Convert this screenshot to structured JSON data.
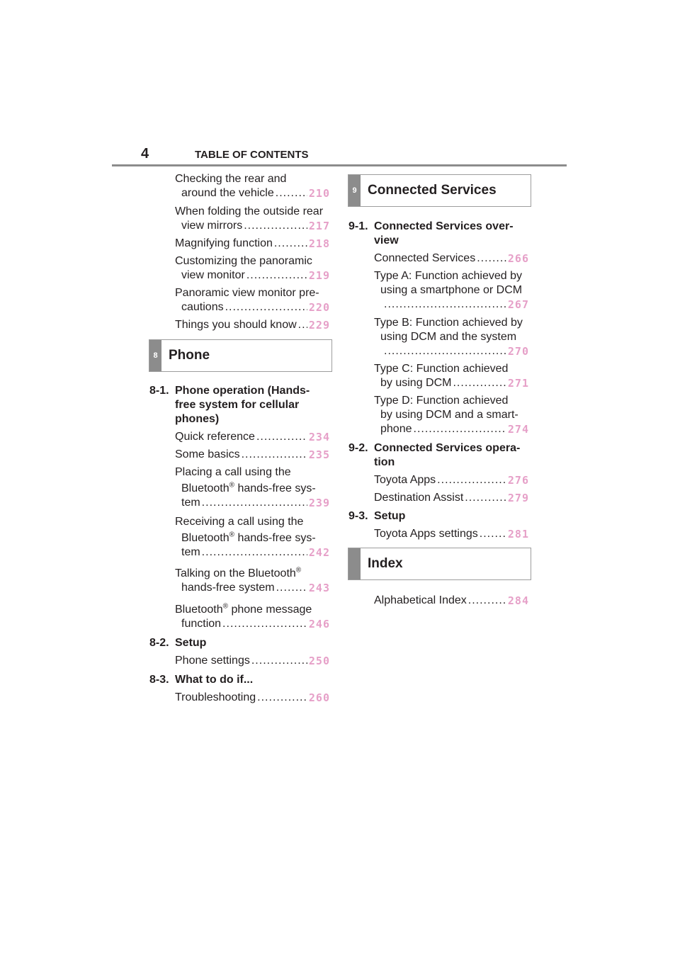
{
  "header": {
    "page_number": "4",
    "title": "TABLE OF CONTENTS"
  },
  "left": {
    "entries_top": [
      {
        "lines": [
          "Checking the rear and",
          "around the vehicle"
        ],
        "page": "210"
      },
      {
        "lines": [
          "When folding the outside rear",
          "view mirrors"
        ],
        "page": "217"
      },
      {
        "lines": [
          "Magnifying function"
        ],
        "page": "218"
      },
      {
        "lines": [
          "Customizing the panoramic",
          "view monitor"
        ],
        "page": "219"
      },
      {
        "lines": [
          "Panoramic view monitor pre-",
          "cautions"
        ],
        "page": "220"
      },
      {
        "lines": [
          "Things you should know"
        ],
        "page": "229"
      }
    ],
    "chapter": {
      "number": "8",
      "title": "Phone"
    },
    "sections": [
      {
        "number": "8-1.",
        "title_lines": [
          "Phone operation (Hands-",
          "free system for cellular",
          "phones)"
        ]
      },
      {
        "number": "8-2.",
        "title_lines": [
          "Setup"
        ]
      },
      {
        "number": "8-3.",
        "title_lines": [
          "What to do if..."
        ]
      }
    ],
    "entries_8_1": [
      {
        "lines": [
          "Quick reference"
        ],
        "page": "234"
      },
      {
        "lines": [
          "Some basics"
        ],
        "page": "235"
      },
      {
        "lines": [
          "Placing a call using the",
          "Bluetooth",
          "hands-free sys-",
          "tem"
        ],
        "page": "239"
      },
      {
        "lines": [
          "Receiving a call using the",
          "Bluetooth",
          "hands-free sys-",
          "tem"
        ],
        "page": "242"
      },
      {
        "lines": [
          "Talking on the Bluetooth",
          "hands-free system"
        ],
        "page": "243"
      },
      {
        "lines": [
          "Bluetooth",
          "phone message",
          "function"
        ],
        "page": "246"
      }
    ],
    "registered": "®",
    "entry_8_2": {
      "lines": [
        "Phone settings"
      ],
      "page": "250"
    },
    "entry_8_3": {
      "lines": [
        "Troubleshooting"
      ],
      "page": "260"
    }
  },
  "right": {
    "chapter": {
      "number": "9",
      "title": "Connected Services"
    },
    "sections": [
      {
        "number": "9-1.",
        "title_lines": [
          "Connected Services over-",
          "view"
        ]
      },
      {
        "number": "9-2.",
        "title_lines": [
          "Connected Services opera-",
          "tion"
        ]
      },
      {
        "number": "9-3.",
        "title_lines": [
          "Setup"
        ]
      }
    ],
    "entries_9_1": [
      {
        "lines": [
          "Connected Services"
        ],
        "page": "266"
      },
      {
        "lines": [
          "Type A: Function achieved by",
          "using a smartphone or DCM"
        ],
        "page": "267"
      },
      {
        "lines": [
          "Type B: Function achieved by",
          "using DCM and the system"
        ],
        "page": "270"
      },
      {
        "lines": [
          "Type C: Function achieved",
          "by using DCM"
        ],
        "page": "271"
      },
      {
        "lines": [
          "Type D: Function achieved",
          "by using DCM and a smart-",
          "phone"
        ],
        "page": "274"
      }
    ],
    "entries_9_2": [
      {
        "lines": [
          "Toyota Apps"
        ],
        "page": "276"
      },
      {
        "lines": [
          "Destination Assist"
        ],
        "page": "279"
      }
    ],
    "entry_9_3": {
      "lines": [
        "Toyota Apps settings"
      ],
      "page": "281"
    },
    "index_box": {
      "title": "Index"
    },
    "index_entry": {
      "lines": [
        "Alphabetical Index"
      ],
      "page": "284"
    }
  },
  "colors": {
    "page_link": "#e6a0c8",
    "tab_gray": "#8c8c8c"
  }
}
